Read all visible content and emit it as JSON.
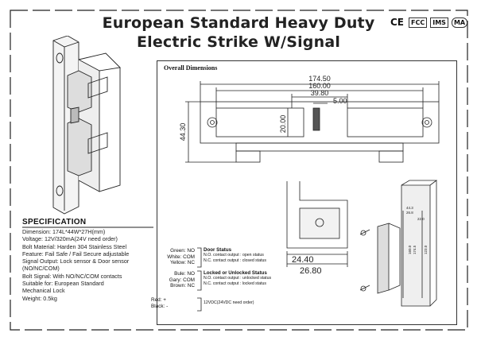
{
  "header": {
    "title_line1": "European Standard Heavy Duty",
    "title_line2": "Electric Strike W/Signal",
    "certs": [
      "CE",
      "FCC",
      "IMS",
      "MA"
    ]
  },
  "dimensions_panel": {
    "title": "Overall Dimensions",
    "labels": {
      "d1": "174.50",
      "d2": "160.00",
      "d3": "39.80",
      "d4": "5.00",
      "d5": "20.00",
      "d6": "44.30",
      "d7": "24.40",
      "d8": "26.80",
      "small_1": "44.3",
      "small_2": "26.8",
      "small_3": "22.0",
      "small_4": "160.0",
      "small_5": "174.5",
      "small_6": "123.0"
    }
  },
  "specification": {
    "heading": "SPECIFICATION",
    "lines": [
      "Dimension: 174L*44W*27H(mm)",
      "Voltage: 12V/320mA(24V need order)",
      "Bolt Material: Harden 304 Stainless Steel",
      "Feature: Fail Safe / Fail Secure adjustable",
      "Signal Output: Lock sensor & Door sensor",
      "(NO/NC/COM)",
      "Bolt Signal: With NO/NC/COM contacts",
      "Suitable for: European Standard",
      "Mechanical Lock",
      "Weight: 0.5kg"
    ]
  },
  "wiring": {
    "door": {
      "wires": [
        "Green: NO",
        "White: COM",
        "Yellow: NC"
      ],
      "heading": "Door Status",
      "notes": [
        "N.O. contact output : open status",
        "N.C. contact output : closed status"
      ]
    },
    "lock": {
      "wires": [
        "Bule: NO",
        "Gary: COM",
        "Brown: NC"
      ],
      "heading": "Locked or Unlocked Status",
      "notes": [
        "N.O. contact output : unlocked status",
        "N.C. contact output : locked status"
      ]
    },
    "power": {
      "wires": [
        "Red: +",
        "Black: -"
      ],
      "note": "12VDC(24VDC need order)"
    }
  }
}
